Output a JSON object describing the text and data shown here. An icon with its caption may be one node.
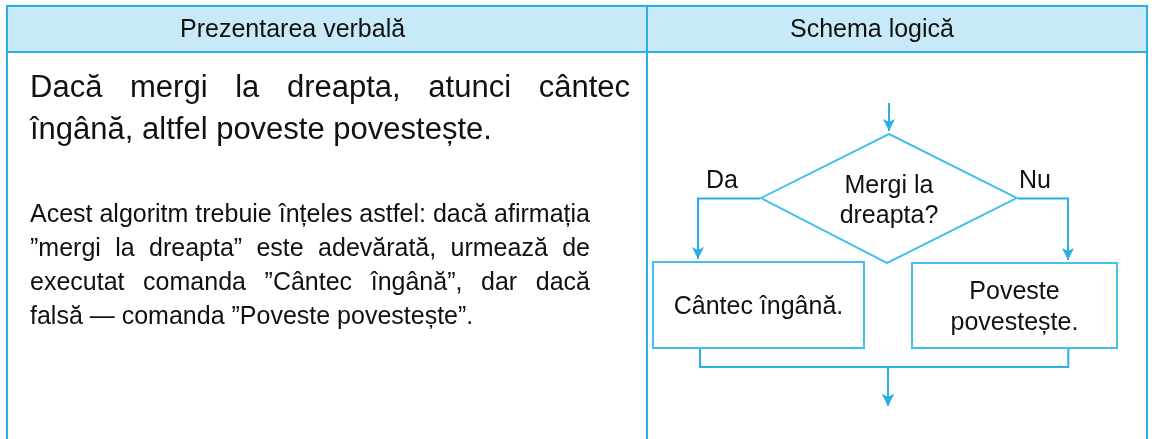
{
  "diagram": {
    "nodes": [
      {
        "text": [
          "Mergi la dreapta?"
        ]
      },
      {
        "text": [
          "Cântec îngână."
        ]
      },
      {
        "text": [
          "Poveste povestește."
        ]
      }
    ],
    "edges": [
      {
        "from": null,
        "to": 0,
        "arrow": "to"
      },
      {
        "from": 0,
        "to": 1,
        "arrow": "to",
        "label": "Da"
      },
      {
        "from": 0,
        "to": 2,
        "arrow": "to",
        "label": "Nu"
      },
      {
        "from": 1,
        "to": null,
        "arrow": "to"
      },
      {
        "from": 2,
        "to": null,
        "arrow": "to"
      }
    ],
    "labels": [
      "Prezentarea verbală",
      "Schema logică",
      "Dacă mergi la dreapta, atunci cântec îngână, altfel poveste povestește.",
      "Acest algoritm trebuie înțeles astfel: dacă afirmația ”mergi la dreapta” este adevărată, urmează de executat comanda ”Cântec îngână”, dar dacă falsă — comanda ”Poveste povestește”."
    ]
  }
}
